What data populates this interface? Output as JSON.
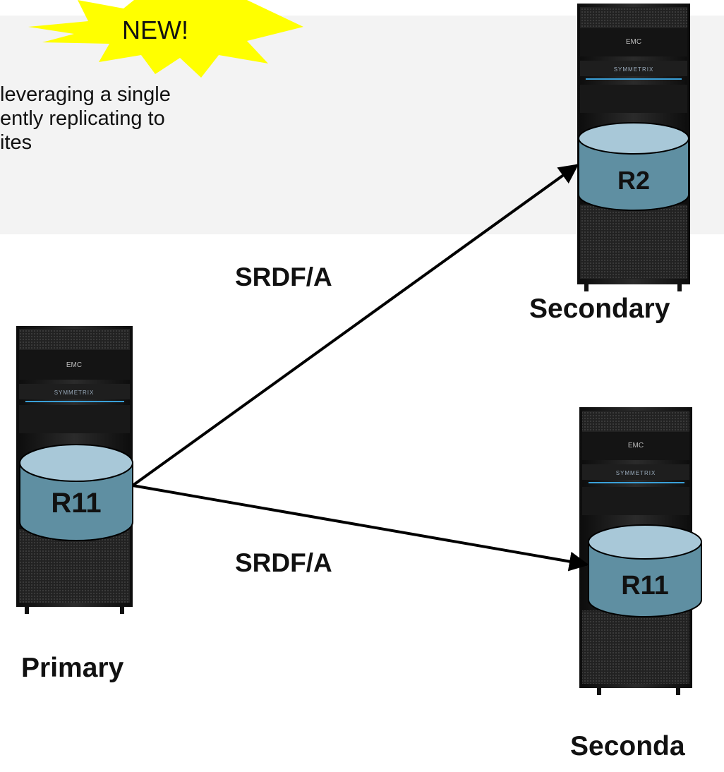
{
  "badge": {
    "text": "NEW!",
    "color": "#ffff00"
  },
  "description": {
    "lines": [
      "leveraging a single",
      "ently replicating to",
      "ites"
    ]
  },
  "arrays": {
    "brand": "EMC",
    "product": "SYMMETRIX",
    "primary": {
      "label": "Primary",
      "volume": "R11"
    },
    "secondary_top": {
      "label": "Secondary",
      "volume": "R2"
    },
    "secondary_bottom": {
      "label": "Seconda",
      "volume": "R11"
    }
  },
  "links": [
    {
      "label": "SRDF/A",
      "from": "Primary",
      "to": "Secondary"
    },
    {
      "label": "SRDF/A",
      "from": "Primary",
      "to": "Seconda"
    }
  ],
  "colors": {
    "disk_body": "#5f8fa2",
    "disk_top": "#a8c8d8",
    "panel": "#f3f3f3",
    "cabinet": "#1a1a1a",
    "accent_stripe": "#3aa0d8"
  }
}
